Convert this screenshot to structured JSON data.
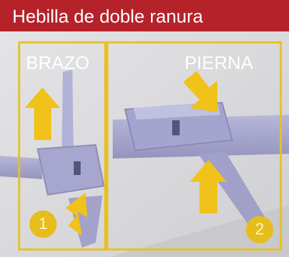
{
  "header": {
    "title": "Hebilla de doble ranura"
  },
  "panels": [
    {
      "label": "BRAZO",
      "number": "1"
    },
    {
      "label": "PIERNA",
      "number": "2"
    }
  ],
  "colors": {
    "header_bg": "#b5222a",
    "frame": "#e8c020",
    "arrow": "#f0c21a",
    "strap": "#a9a9cf",
    "background": "#d9d9db"
  }
}
